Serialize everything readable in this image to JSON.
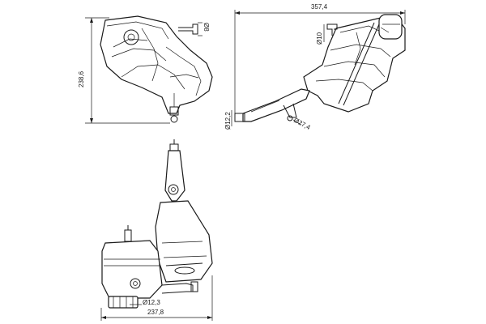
{
  "dimensions": {
    "length": "357,4",
    "height": "238,6",
    "width": "237,8",
    "port_top_right": "Ø10",
    "port_top_left": "Ø8",
    "port_left": "Ø12,2",
    "port_bottom": "Ø27,4",
    "port_front": "Ø12,3"
  }
}
